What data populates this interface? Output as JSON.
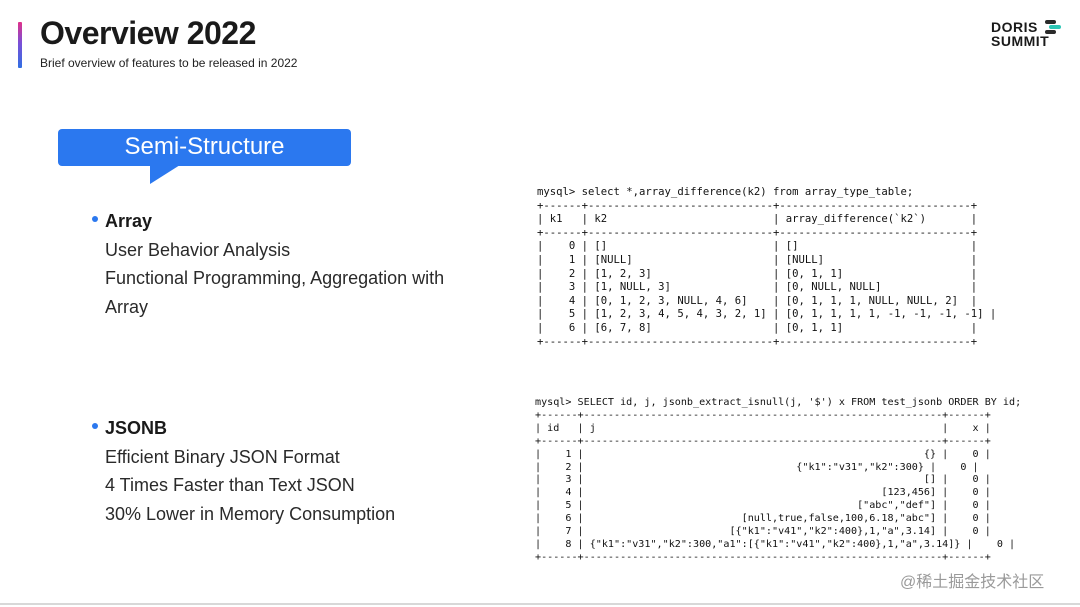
{
  "header": {
    "title": "Overview 2022",
    "subtitle": "Brief overview of features to be released in 2022",
    "accent_colors": [
      "#e0318a",
      "#7b4fd6",
      "#2f6fe3"
    ]
  },
  "logo": {
    "line1": "DORIS",
    "line2": "SUMMIT"
  },
  "section": {
    "label": "Semi-Structure",
    "color": "#2b78ef"
  },
  "bullets": [
    {
      "title": "Array",
      "lines": [
        "User Behavior Analysis",
        "Functional Programming, Aggregation with",
        "Array"
      ]
    },
    {
      "title": "JSONB",
      "lines": [
        "Efficient Binary JSON Format",
        "4 Times Faster than Text JSON",
        "30% Lower in Memory Consumption"
      ]
    }
  ],
  "array_query": {
    "prompt": "mysql> select *,array_difference(k2) from array_type_table;",
    "border": "+------+-----------------------------+------------------------------+",
    "header": "| k1   | k2                          | array_difference(`k2`)       |",
    "rows": [
      "|    0 | []                          | []                           |",
      "|    1 | [NULL]                      | [NULL]                       |",
      "|    2 | [1, 2, 3]                   | [0, 1, 1]                    |",
      "|    3 | [1, NULL, 3]                | [0, NULL, NULL]              |",
      "|    4 | [0, 1, 2, 3, NULL, 4, 6]    | [0, 1, 1, 1, NULL, NULL, 2]  |",
      "|    5 | [1, 2, 3, 4, 5, 4, 3, 2, 1] | [0, 1, 1, 1, 1, -1, -1, -1, -1] |",
      "|    6 | [6, 7, 8]                   | [0, 1, 1]                    |"
    ]
  },
  "jsonb_query": {
    "prompt": "mysql> SELECT id, j, jsonb_extract_isnull(j, '$') x FROM test_jsonb ORDER BY id;",
    "border": "+------+-----------------------------------------------------------+------+",
    "header": "| id   | j                                                         |    x |",
    "rows": [
      "|    1 |                                                        {} |    0 |",
      "|    2 |                                   {\"k1\":\"v31\",\"k2\":300} |    0 |",
      "|    3 |                                                        [] |    0 |",
      "|    4 |                                                 [123,456] |    0 |",
      "|    5 |                                             [\"abc\",\"def\"] |    0 |",
      "|    6 |                          [null,true,false,100,6.18,\"abc\"] |    0 |",
      "|    7 |                        [{\"k1\":\"v41\",\"k2\":400},1,\"a\",3.14] |    0 |",
      "|    8 | {\"k1\":\"v31\",\"k2\":300,\"a1\":[{\"k1\":\"v41\",\"k2\":400},1,\"a\",3.14]} |    0 |"
    ]
  },
  "watermark": "@稀土掘金技术社区"
}
